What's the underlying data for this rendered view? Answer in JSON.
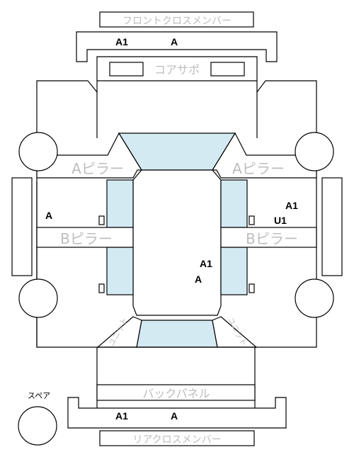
{
  "labels": {
    "front_cross_member": "フロントクロスメンバー",
    "core_support": "コアサポ",
    "a_pillar_left": "Aピラー",
    "a_pillar_right": "Aピラー",
    "b_pillar_left": "Bピラー",
    "b_pillar_right": "Bピラー",
    "unit_left": "ユニット",
    "unit_right": "ユニット",
    "back_panel": "バックパネル",
    "rear_cross_member": "リアクロスメンバー",
    "spare": "スペア"
  },
  "markers": {
    "front_cm_1": "A1",
    "front_cm_2": "A",
    "left_side": "A",
    "right_upper_1": "A1",
    "right_upper_2": "U1",
    "center_1": "A1",
    "center_2": "A",
    "rear_cm_1": "A1",
    "rear_cm_2": "A"
  },
  "colors": {
    "glass": "#d4eaf2",
    "label_gray": "#bdbdbd",
    "line": "#000000"
  }
}
